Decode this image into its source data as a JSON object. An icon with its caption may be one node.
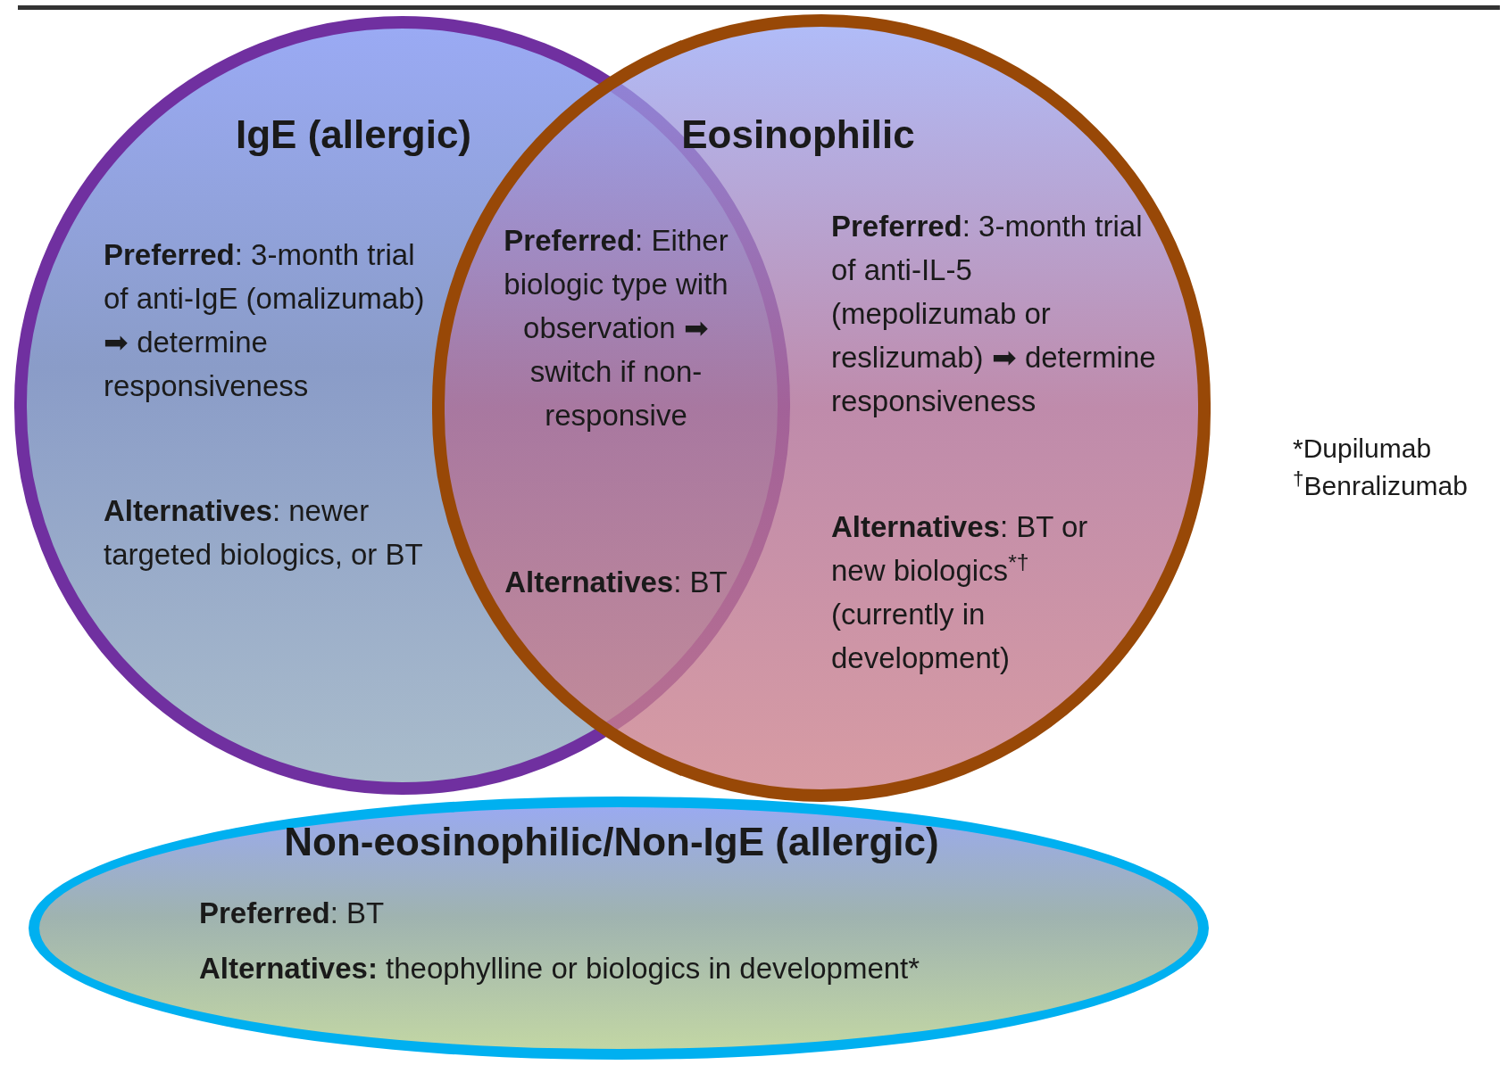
{
  "diagram": {
    "nodes": [
      {
        "text": [
          "IgE (allergic)",
          "**Preferred**: 3-month trial of anti-IgE (omalizumab) ➡ determine responsiveness",
          "**Alternatives**: newer targeted biologics, or BT"
        ]
      },
      {
        "text": [
          "Eosinophilic",
          "**Preferred**: 3-month trial of anti-IL-5 (mepolizumab or reslizumab) ➡ determine responsiveness",
          "**Alternatives**: BT or new biologics$^{*†}$ (currently in development)"
        ]
      },
      {
        "text": [
          "**Preferred**: Either biologic type with observation ➡ switch if non-responsive",
          "**Alternatives**: BT"
        ]
      },
      {
        "text": [
          "Non-eosinophilic/Non-IgE (allergic)",
          "**Preferred**: BT",
          "**Alternatives:** theophylline or biologics in development*"
        ]
      }
    ],
    "labels": [
      "*Dupilumab",
      "$^{†}$Benralizumab"
    ]
  }
}
